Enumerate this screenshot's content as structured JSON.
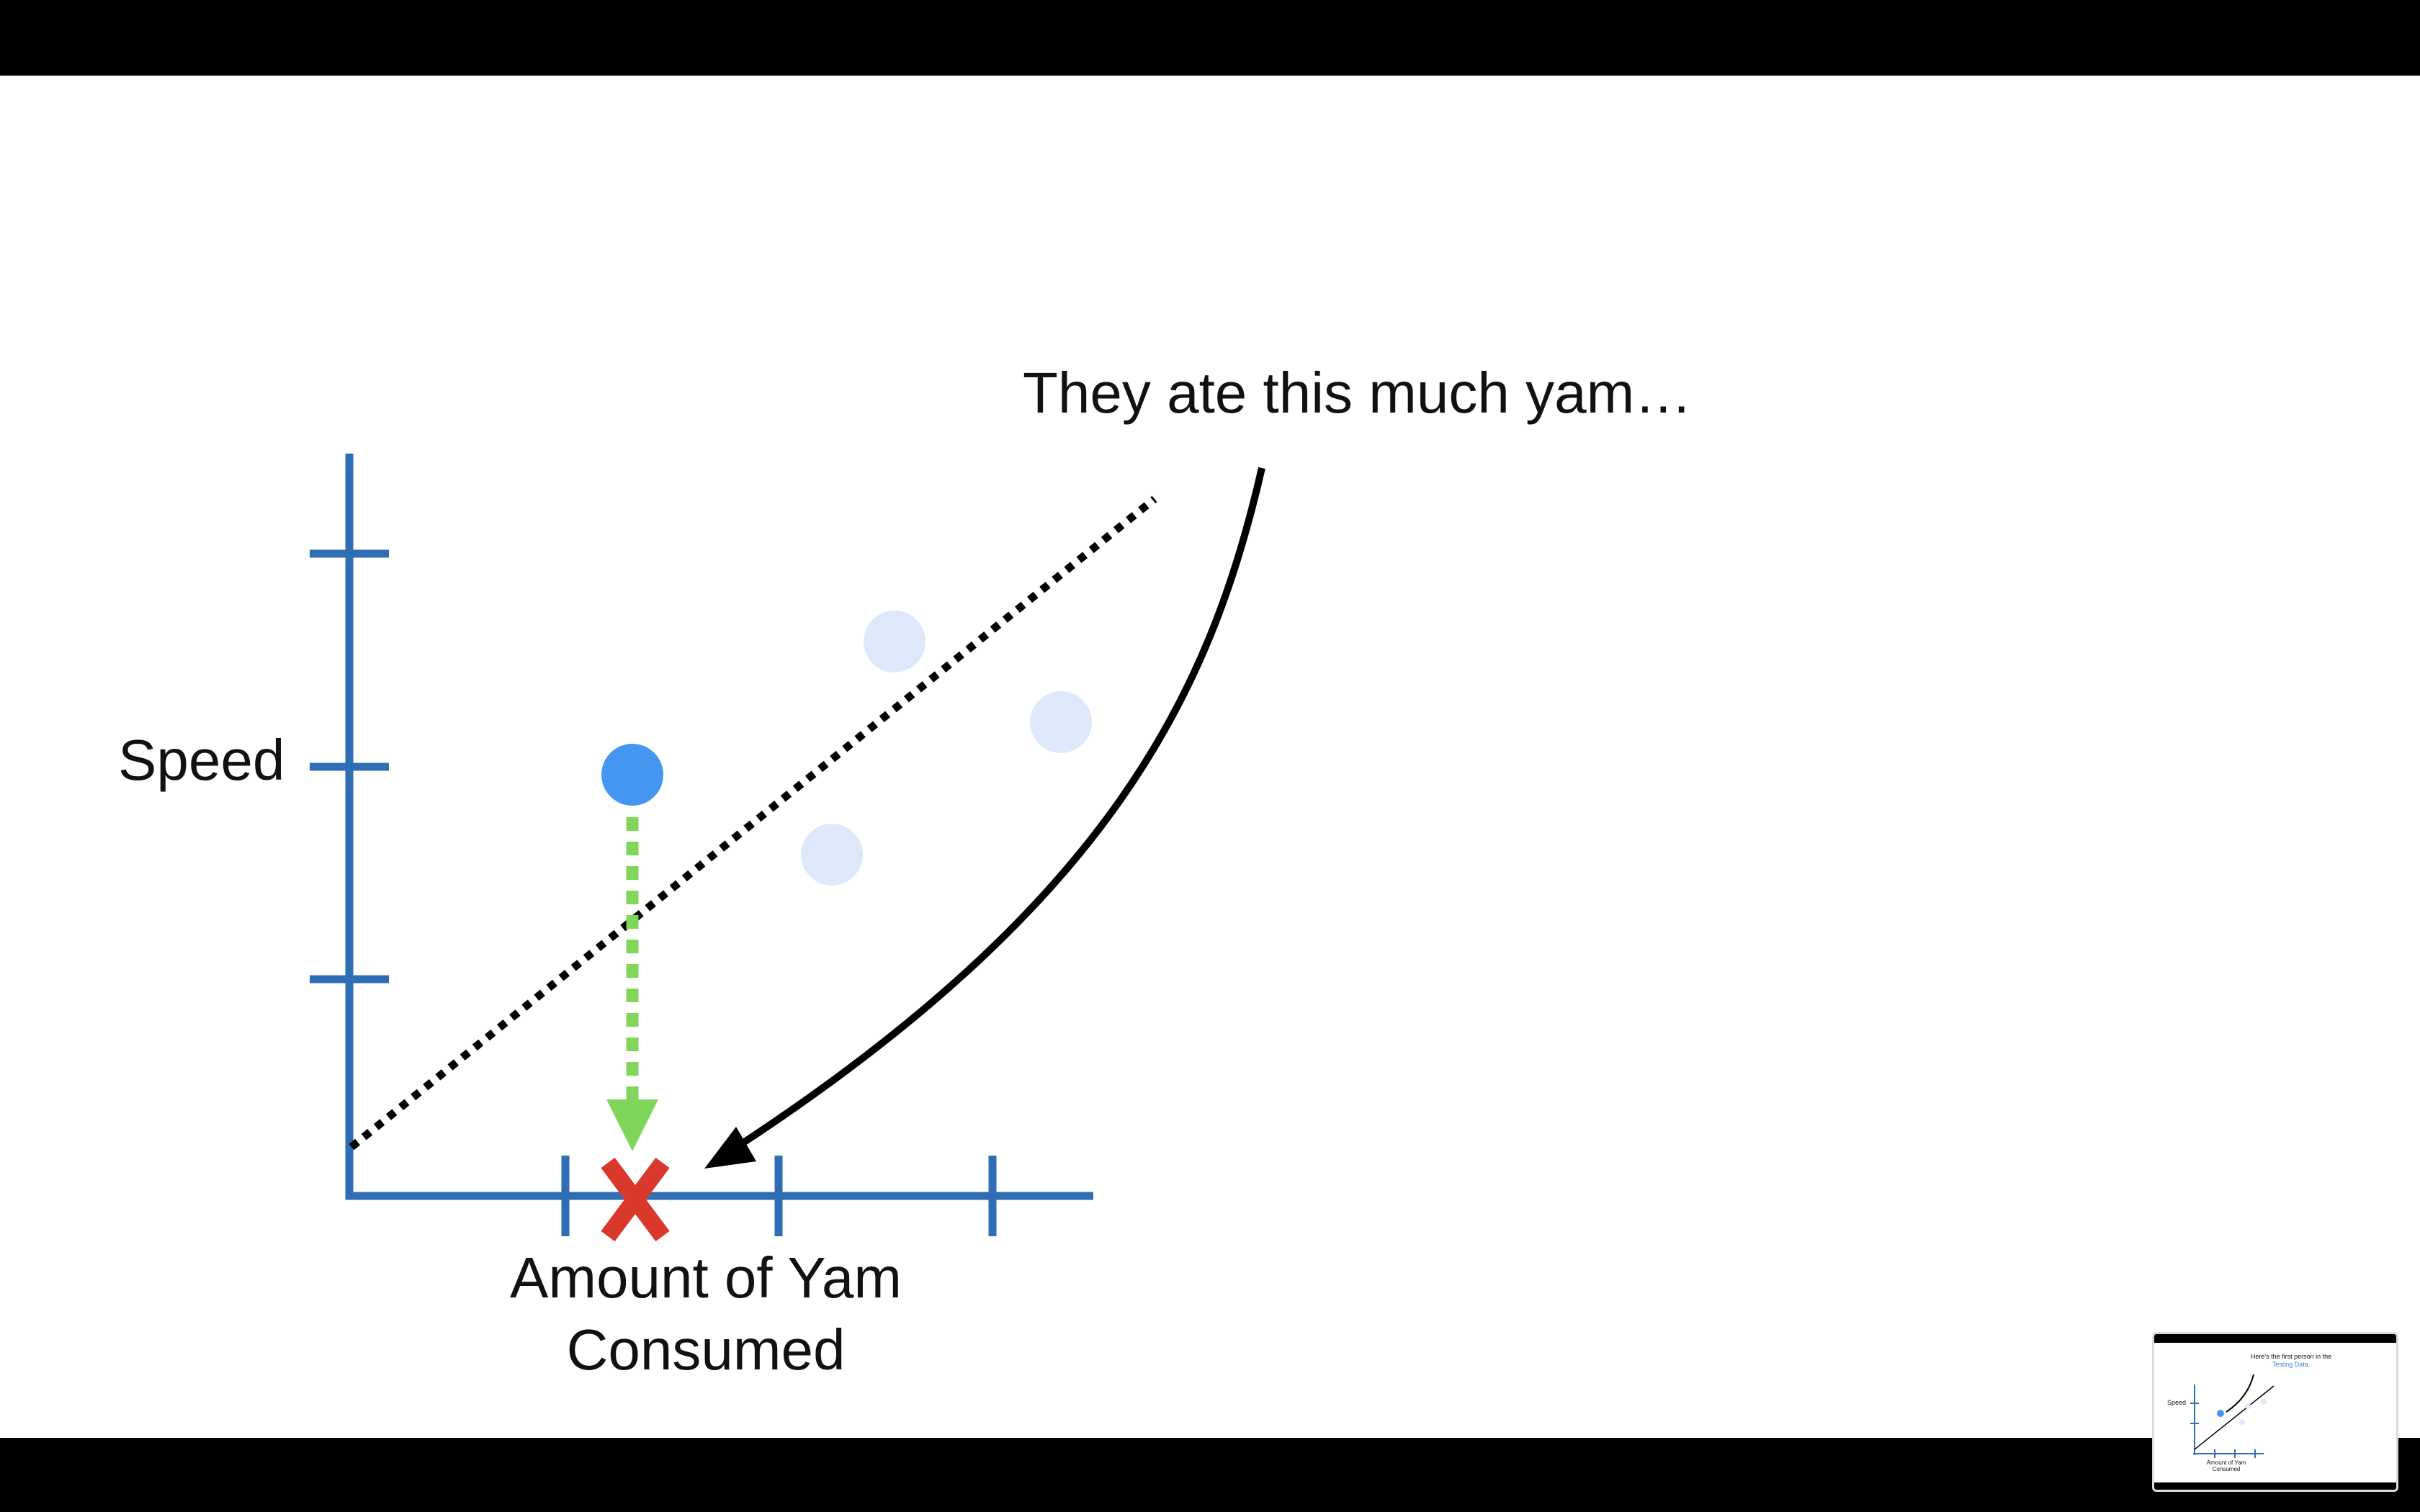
{
  "slide": {
    "annotation": "They ate this much yam…",
    "y_axis_label": "Speed",
    "x_axis_label_line1": "Amount of Yam",
    "x_axis_label_line2": "Consumed"
  },
  "diagram_elements": {
    "axis_color": "#2f6db5",
    "highlighted_point_color": "#4496f0",
    "faded_point_color": "#dde9fb",
    "projection_arrow_color": "#7fd65a",
    "x_marker_color": "#d9382b",
    "fit_line_color": "#000000",
    "curved_arrow_color": "#000000",
    "x_marker_symbol": "X"
  },
  "thumbnail": {
    "caption_line1": "Here's the first person in the",
    "caption_line2": "Testing Data.",
    "y_axis_label": "Speed",
    "x_axis_label_line1": "Amount of Yam",
    "x_axis_label_line2": "Consumed",
    "highlight_color": "#3a7fd6"
  }
}
